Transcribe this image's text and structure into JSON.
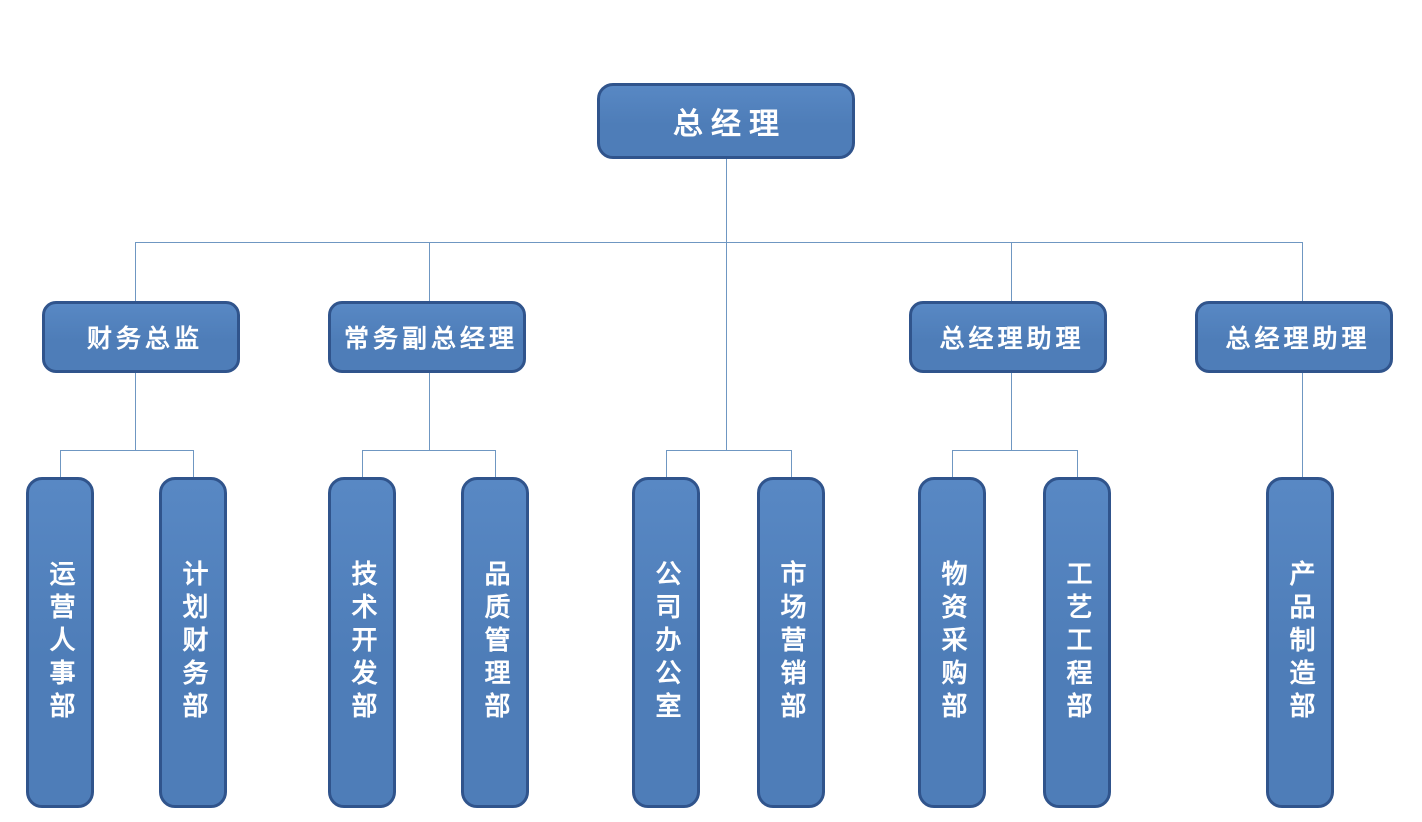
{
  "org": {
    "root": {
      "label": "总经理",
      "direct_departments": [
        "公司办公室",
        "市场营销部"
      ]
    },
    "managers": [
      {
        "label": "财务总监",
        "departments": [
          "运营人事部",
          "计划财务部"
        ]
      },
      {
        "label": "常务副总经理",
        "departments": [
          "技术开发部",
          "品质管理部"
        ]
      },
      {
        "label": "总经理助理",
        "departments": [
          "物资采购部",
          "工艺工程部"
        ]
      },
      {
        "label": "总经理助理",
        "departments": [
          "产品制造部"
        ]
      }
    ]
  },
  "colors": {
    "node_fill": "#4e7db8",
    "node_border": "#30548c",
    "connector_line": "#6f97c2",
    "label_text": "#ffffff",
    "background": "#ffffff"
  }
}
